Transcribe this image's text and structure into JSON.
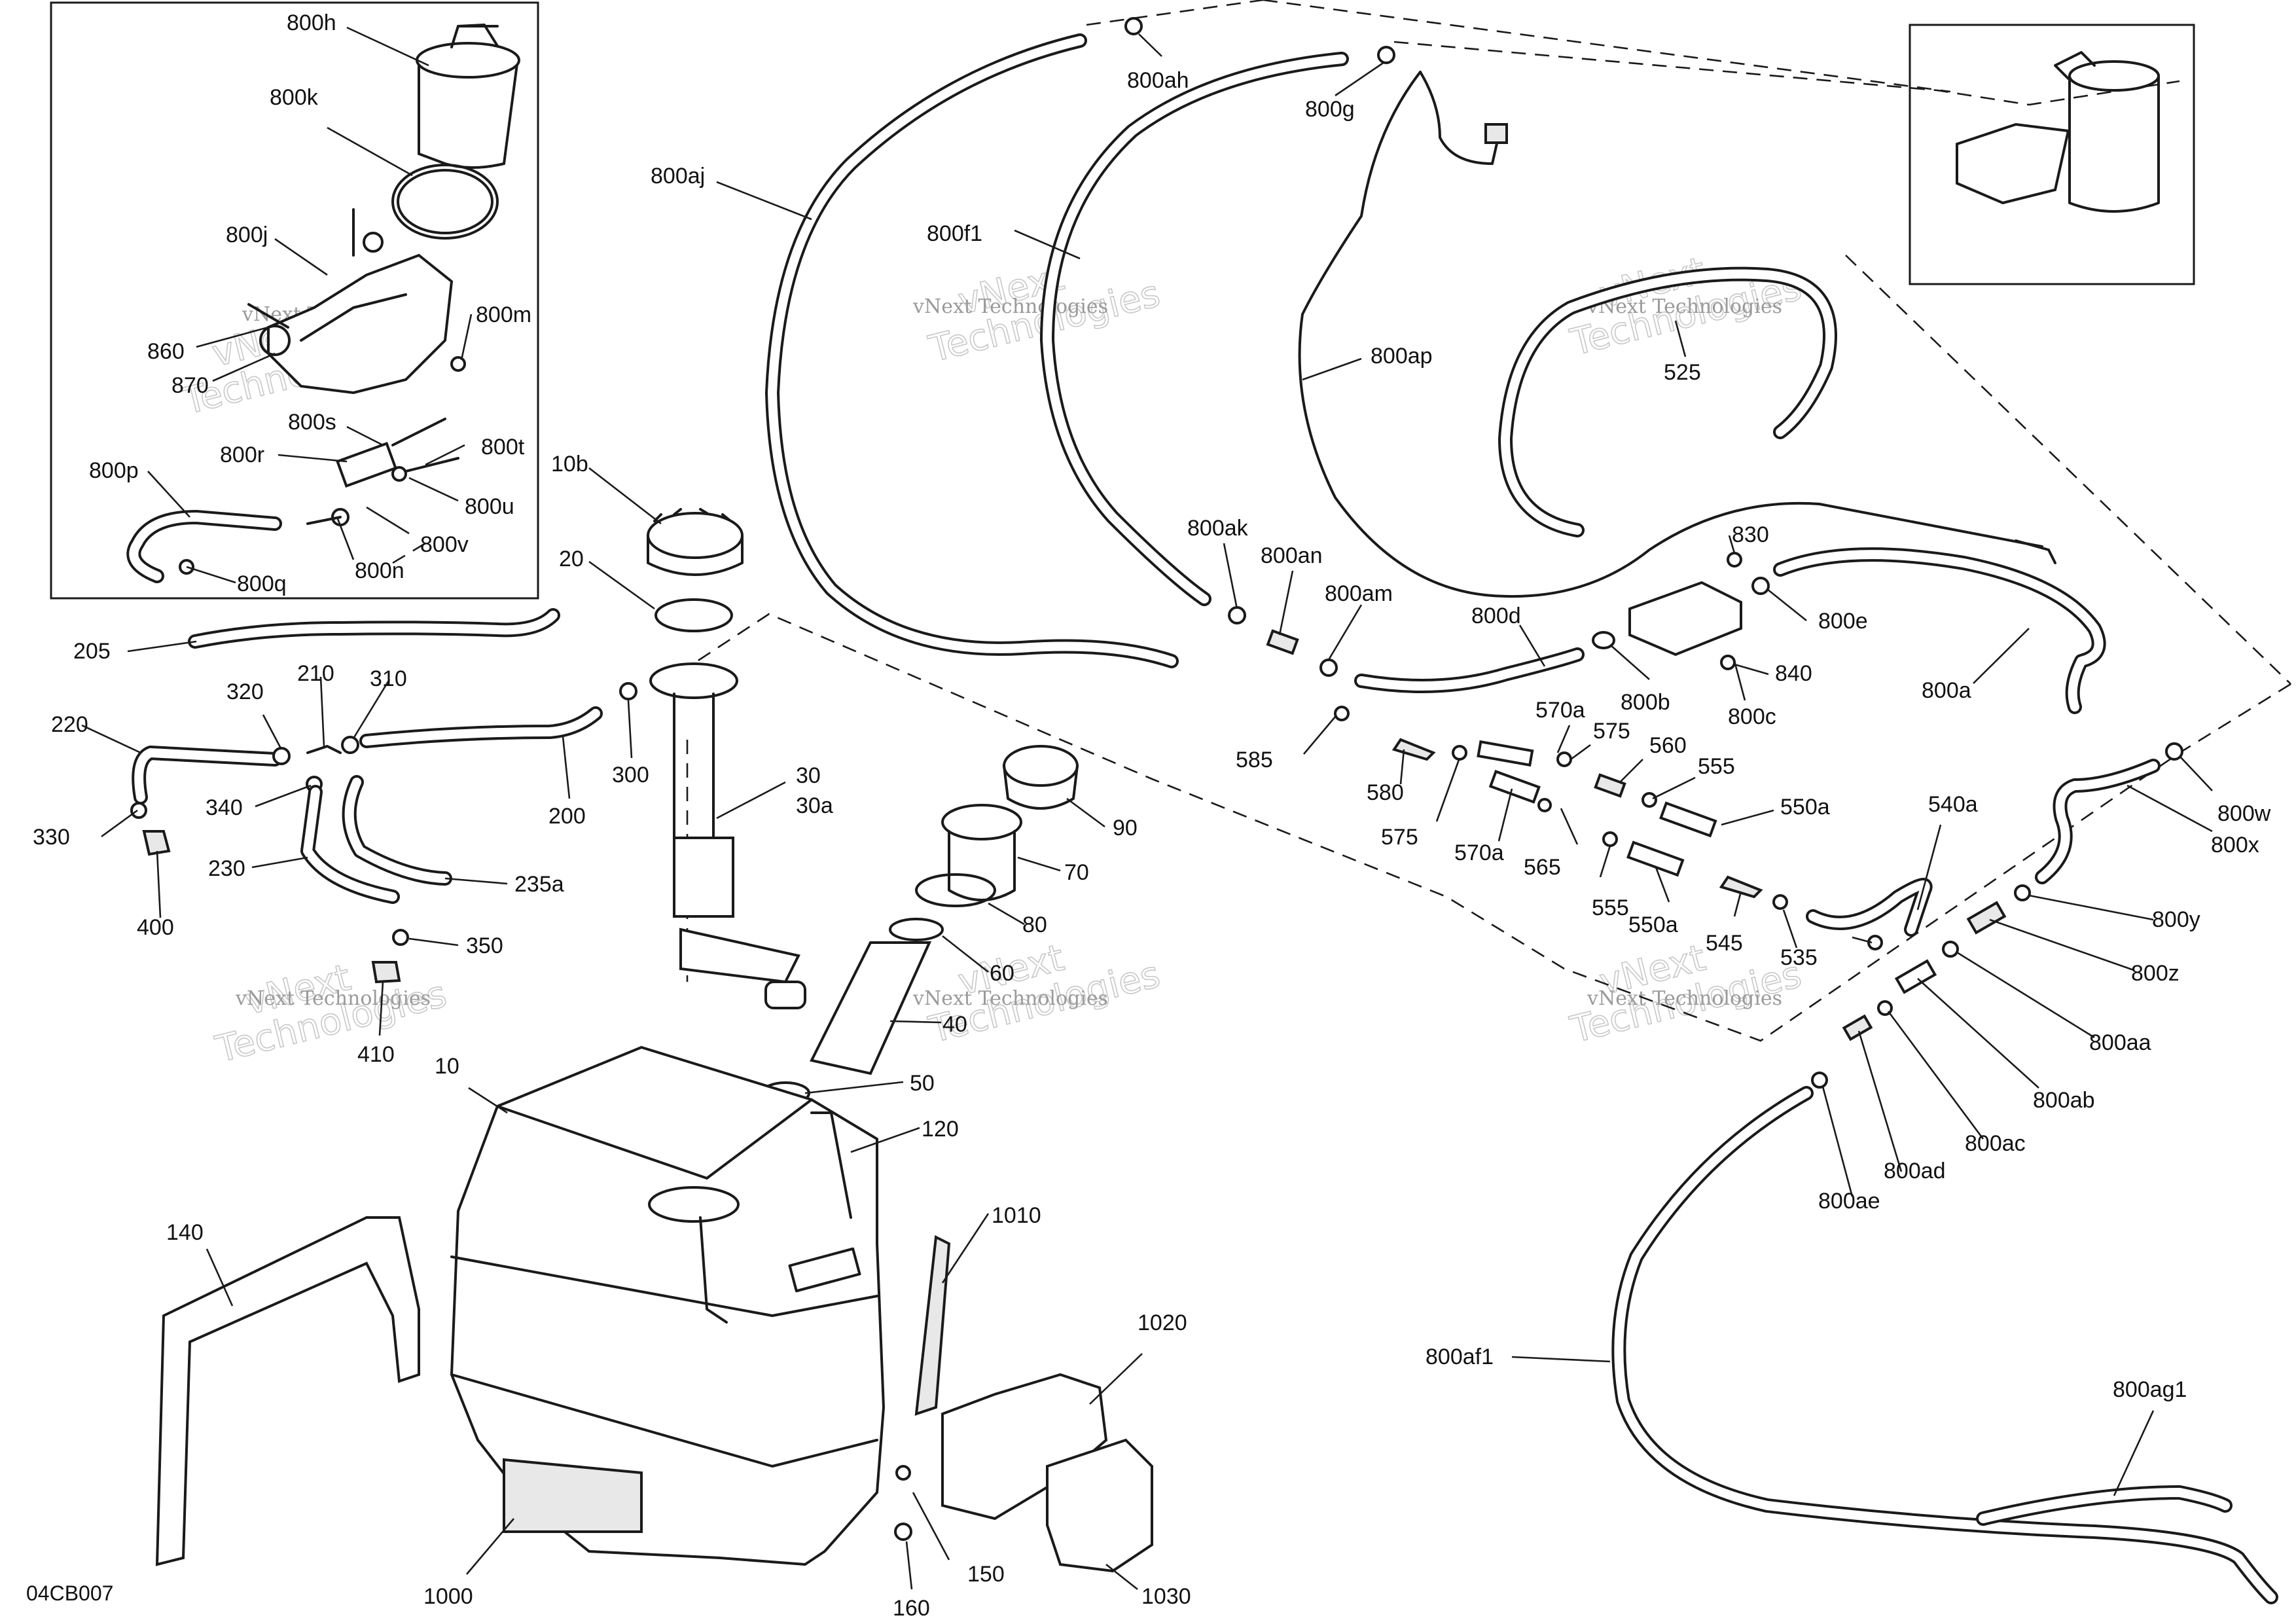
{
  "diagram_code": "04CB007",
  "watermark": {
    "line1": "vNext",
    "line2": "Technologies",
    "small": "vNext Technologies"
  },
  "callouts": [
    "800h",
    "800k",
    "800j",
    "860",
    "870",
    "800m",
    "800s",
    "800r",
    "800t",
    "800p",
    "800u",
    "800v",
    "800n",
    "800q",
    "10b",
    "20",
    "205",
    "320",
    "210",
    "310",
    "220",
    "330",
    "340",
    "200",
    "300",
    "230",
    "400",
    "235a",
    "350",
    "410",
    "30",
    "30a",
    "90",
    "70",
    "80",
    "60",
    "40",
    "50",
    "10",
    "120",
    "140",
    "1010",
    "1020",
    "1000",
    "150",
    "160",
    "1030",
    "800aj",
    "800ah",
    "800f1",
    "800g",
    "800ap",
    "525",
    "800ak",
    "800an",
    "800am",
    "830",
    "800d",
    "800e",
    "800b",
    "840",
    "800c",
    "800a",
    "585",
    "570a",
    "575",
    "580",
    "560",
    "555",
    "550a",
    "540a",
    "565",
    "545",
    "535",
    "800w",
    "800x",
    "800y",
    "800z",
    "800aa",
    "800ab",
    "800ac",
    "800ad",
    "800ae",
    "800af1",
    "800ag1"
  ]
}
